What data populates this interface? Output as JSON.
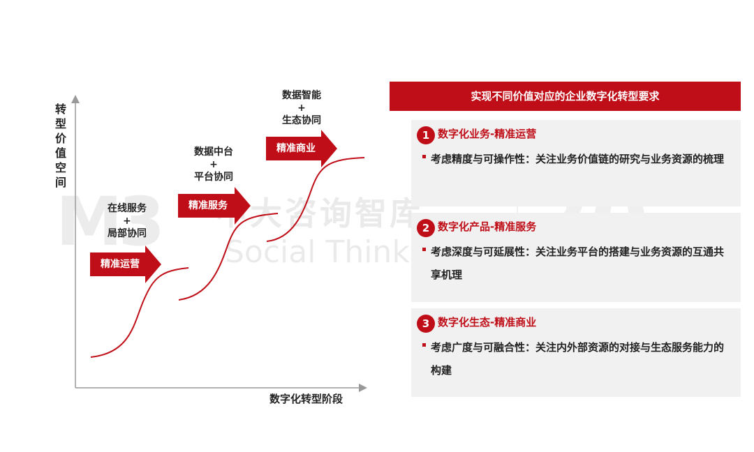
{
  "diagram": {
    "y_axis_label": "转型价值空间",
    "x_axis_label": "数字化转型阶段",
    "stages": [
      {
        "top": "在线服务",
        "plus": "+",
        "bottom": "局部协同",
        "arrow_label": "精准运营"
      },
      {
        "top": "数据中台",
        "plus": "+",
        "bottom": "平台协同",
        "arrow_label": "精准服务"
      },
      {
        "top": "数据智能",
        "plus": "+",
        "bottom": "生态协同",
        "arrow_label": "精准商业"
      }
    ],
    "colors": {
      "accent": "#c00e18",
      "axis": "#999999"
    }
  },
  "watermark": {
    "logo": "M3",
    "cn": "中大咨询智库",
    "en": "Social Think Tank",
    "anniversary": "30",
    "plus": "+"
  },
  "panel": {
    "header": "实现不同价值对应的企业数字化转型要求",
    "items": [
      {
        "num": "1",
        "title": "数字化业务-精准运营",
        "body": "考虑精度与可操作性：关注业务价值链的研究与业务资源的梳理"
      },
      {
        "num": "2",
        "title": "数字化产品-精准服务",
        "body": "考虑深度与可延展性：关注业务平台的搭建与业务资源的互通共享机理"
      },
      {
        "num": "3",
        "title": "数字化生态-精准商业",
        "body": "考虑广度与可融合性：关注内外部资源的对接与生态服务能力的构建"
      }
    ]
  }
}
